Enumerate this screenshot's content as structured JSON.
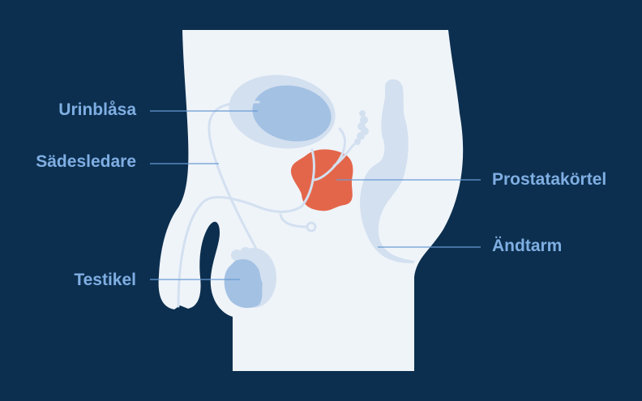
{
  "labels": {
    "bladder": "Urinblåsa",
    "vas_deferens": "Sädesledare",
    "testicle": "Testikel",
    "prostate": "Prostatakörtel",
    "rectum": "Ändtarm"
  },
  "colors": {
    "background": "#0c2f4f",
    "body": "#eff4f9",
    "organ_light": "#d3e0f0",
    "organ_mid": "#a3c1e3",
    "prostate": "#e4664a",
    "label_text": "#7faee2",
    "leader_line": "#6a9bd3"
  }
}
